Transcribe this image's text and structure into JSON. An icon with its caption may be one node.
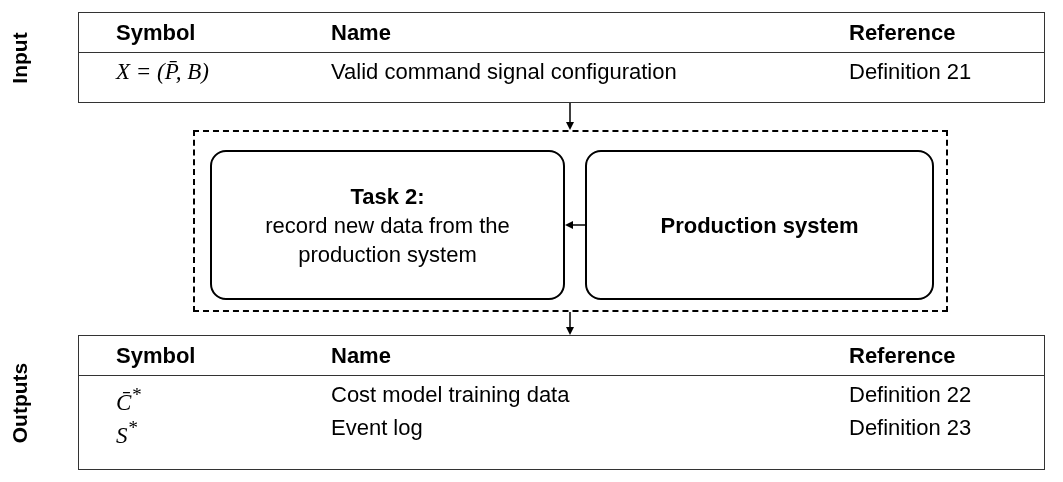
{
  "diagram": {
    "nodes": [
      {
        "text": [
          "Input"
        ]
      },
      {
        "text": [],
        "shape": "box"
      },
      {
        "text": [
          "Task 2:",
          "record new data from the production system"
        ],
        "in": 1
      },
      {
        "text": [
          "Production system"
        ],
        "in": 1
      },
      {
        "text": [
          "Outputs"
        ]
      }
    ],
    "edges": [
      {
        "from": 0,
        "to": 1,
        "arrow": "to"
      },
      {
        "from": 3,
        "to": 2,
        "arrow": "to"
      },
      {
        "from": 1,
        "to": 4,
        "arrow": "to"
      }
    ],
    "labels": [
      "Symbol",
      "Name",
      "Reference",
      "X = (P̄, B)",
      "Valid command signal configuration",
      "Definition 21",
      "Symbol",
      "Name",
      "Reference",
      "C̄$^{*}$",
      "Cost model training data",
      "Definition 22",
      "S$^{*}$",
      "Event log",
      "Definition 23"
    ]
  }
}
